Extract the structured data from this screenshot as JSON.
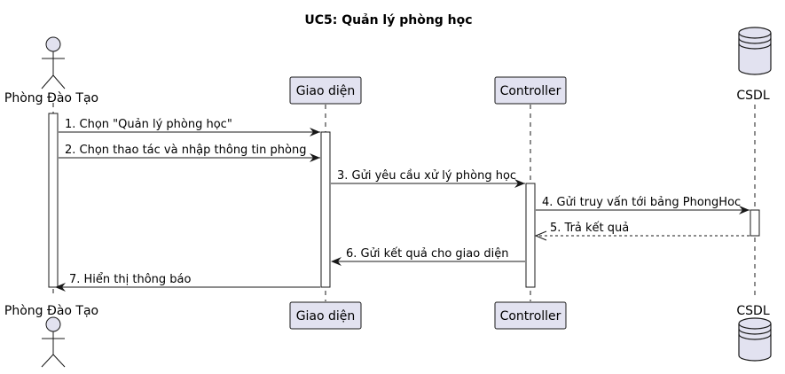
{
  "title": "UC5: Quản lý phòng học",
  "participants": [
    {
      "id": "pdt",
      "label": "Phòng Đào Tạo",
      "kind": "actor"
    },
    {
      "id": "gd",
      "label": "Giao diện",
      "kind": "participant"
    },
    {
      "id": "ctrl",
      "label": "Controller",
      "kind": "participant"
    },
    {
      "id": "db",
      "label": "CSDL",
      "kind": "database"
    }
  ],
  "messages": [
    {
      "from": "pdt",
      "to": "gd",
      "label": "1. Chọn \"Quản lý phòng học\"",
      "style": "solid"
    },
    {
      "from": "pdt",
      "to": "gd",
      "label": "2. Chọn thao tác và nhập thông tin phòng",
      "style": "solid"
    },
    {
      "from": "gd",
      "to": "ctrl",
      "label": "3. Gửi yêu cầu xử lý phòng học",
      "style": "solid"
    },
    {
      "from": "ctrl",
      "to": "db",
      "label": "4. Gửi truy vấn tới bảng PhongHoc",
      "style": "solid"
    },
    {
      "from": "db",
      "to": "ctrl",
      "label": "5. Trả kết quả",
      "style": "dashed"
    },
    {
      "from": "ctrl",
      "to": "gd",
      "label": "6. Gửi kết quả cho giao diện",
      "style": "solid"
    },
    {
      "from": "gd",
      "to": "pdt",
      "label": "7. Hiển thị thông báo",
      "style": "solid"
    }
  ],
  "colors": {
    "participant_fill": "#e2e2f0",
    "participant_stroke": "#181818",
    "lifeline": "#181818",
    "activation_fill": "#ffffff"
  }
}
